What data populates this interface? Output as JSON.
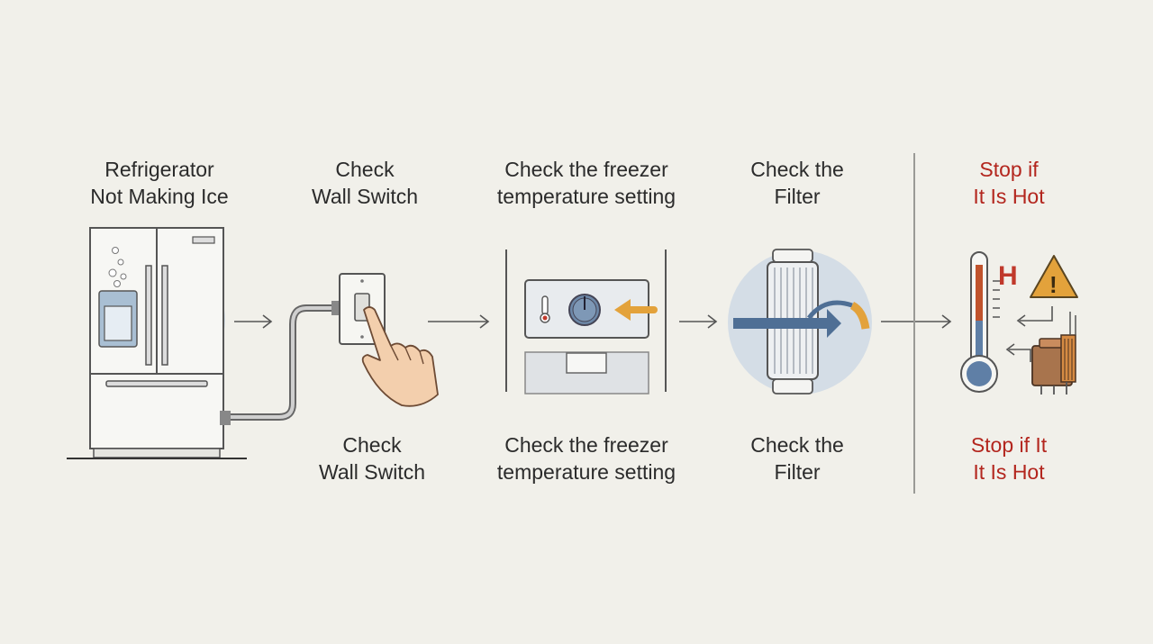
{
  "steps": [
    {
      "top": [
        "Refrigerator",
        "Not Making Ice"
      ]
    },
    {
      "top": [
        "Check",
        "Wall Switch"
      ],
      "bottom": [
        "Check",
        "Wall Switch"
      ]
    },
    {
      "top": [
        "Check the freezer",
        "temperature setting"
      ],
      "bottom": [
        "Check the freezer",
        "temperature setting"
      ]
    },
    {
      "top": [
        "Check the",
        "Filter"
      ],
      "bottom": [
        "Check the",
        "Filter"
      ]
    },
    {
      "top": [
        "Stop if",
        "It Is Hot"
      ],
      "bottom": [
        "Stop if It",
        "It Is Hot"
      ]
    }
  ],
  "panel_glyphs": {
    "heat_letter": "H",
    "warning_mark": "!"
  },
  "icons": [
    "refrigerator-icon",
    "wall-switch-icon",
    "finger-press-icon",
    "thermostat-dial-icon",
    "water-filter-icon",
    "thermometer-icon",
    "warning-triangle-icon",
    "heating-component-icon"
  ],
  "colors": {
    "text": "#2b2b2b",
    "warning_text": "#b3261e",
    "background": "#f1f0ea",
    "accent_orange": "#e3a23b",
    "flow_blue": "#4f6f95"
  }
}
